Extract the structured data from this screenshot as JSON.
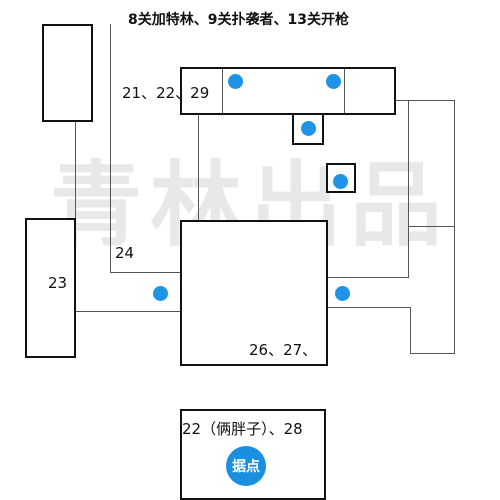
{
  "header": {
    "wave_note": "8关加特林、9关扑袭者、13关开枪"
  },
  "labels": {
    "room_21_22_29": "21、22、29",
    "room_24": "24",
    "room_23": "23",
    "room_26_27": "26、27、",
    "room_22_28": "22（俩胖子）、28"
  },
  "base": {
    "label": "据点"
  },
  "watermark": "青林出品",
  "colors": {
    "marker": "#1f94e6",
    "base_marker": "#1a8fe0",
    "walls": "#111111",
    "corridor": "#555555",
    "watermark": "rgba(0,0,0,0.09)"
  },
  "icons": {
    "spawn_marker": "blue-circle",
    "base": "blue-circle-with-text"
  }
}
